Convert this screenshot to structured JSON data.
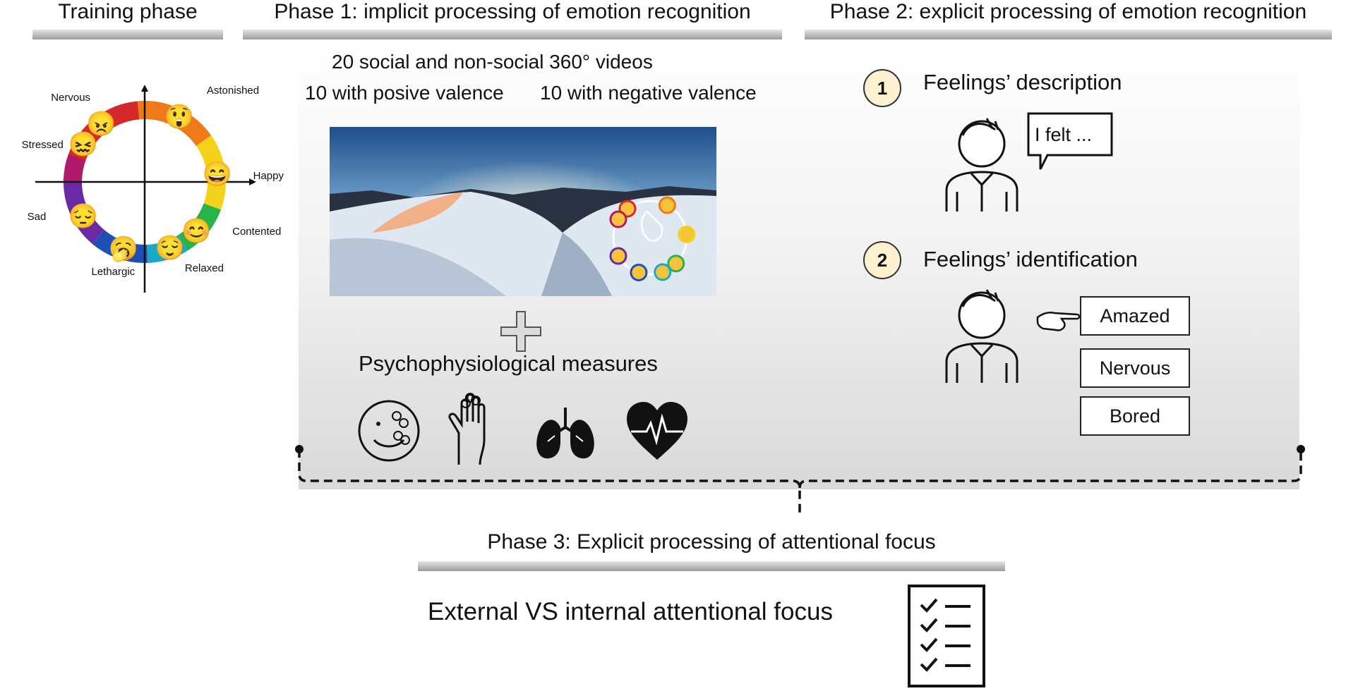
{
  "headers": {
    "training": "Training phase",
    "phase1": "Phase 1: implicit processing of emotion recognition",
    "phase2": "Phase 2: explicit processing of emotion recognition",
    "phase3": "Phase 3: Explicit processing of attentional focus"
  },
  "training_wheel": {
    "emotions": [
      {
        "label": "Nervous",
        "emoji": "😠",
        "color": "#d42a2a"
      },
      {
        "label": "Astonished",
        "emoji": "😲",
        "color": "#f07a1a"
      },
      {
        "label": "Happy",
        "emoji": "😄",
        "color": "#f4d21a"
      },
      {
        "label": "Contented",
        "emoji": "😊",
        "color": "#28b44a"
      },
      {
        "label": "Relaxed",
        "emoji": "😌",
        "color": "#1aa8c8"
      },
      {
        "label": "Lethargic",
        "emoji": "🥱",
        "color": "#1f4fb4"
      },
      {
        "label": "Sad",
        "emoji": "😔",
        "color": "#6a2aa8"
      },
      {
        "label": "Stressed",
        "emoji": "😖",
        "color": "#b01a6a"
      }
    ]
  },
  "phase1": {
    "videos_line": "20 social and non-social 360° videos",
    "positive_line": "10 with posive valence",
    "negative_line": "10 with negative valence",
    "plus_symbol": "+",
    "measures_label": "Psychophysiological measures",
    "measure_icons": [
      "face-electrodes-icon",
      "hand-electrodes-icon",
      "lungs-icon",
      "heart-ecg-icon"
    ]
  },
  "phase2": {
    "step1_number": "1",
    "step1_label": "Feelings’ description",
    "speech_text": "I felt ...",
    "step2_number": "2",
    "step2_label": "Feelings’ identification",
    "options": [
      "Amazed",
      "Nervous",
      "Bored"
    ]
  },
  "phase3": {
    "focus_label": "External VS internal attentional focus",
    "icon": "checklist-icon"
  }
}
